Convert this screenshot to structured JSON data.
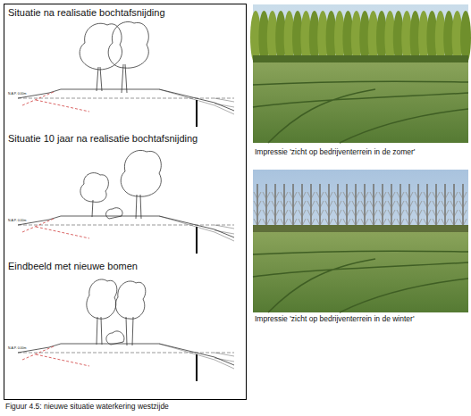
{
  "diagram": {
    "caption": "Figuur 4.5: nieuwe situatie waterkering westzijde",
    "labels": [
      "Situatie na realisatie bochtafsnijding",
      "N.A.P. 0.00m",
      "Situatie 10 jaar na realisatie bochtafsnijding",
      "N.A.P. 0.00m",
      "Eindbeeld met nieuwe bomen",
      "N.A.P. 0.00m",
      "Impressie 'zicht op bedrijventerrein in de zomer'",
      "Impressie 'zicht op bedrijventerrein in de winter'"
    ]
  }
}
